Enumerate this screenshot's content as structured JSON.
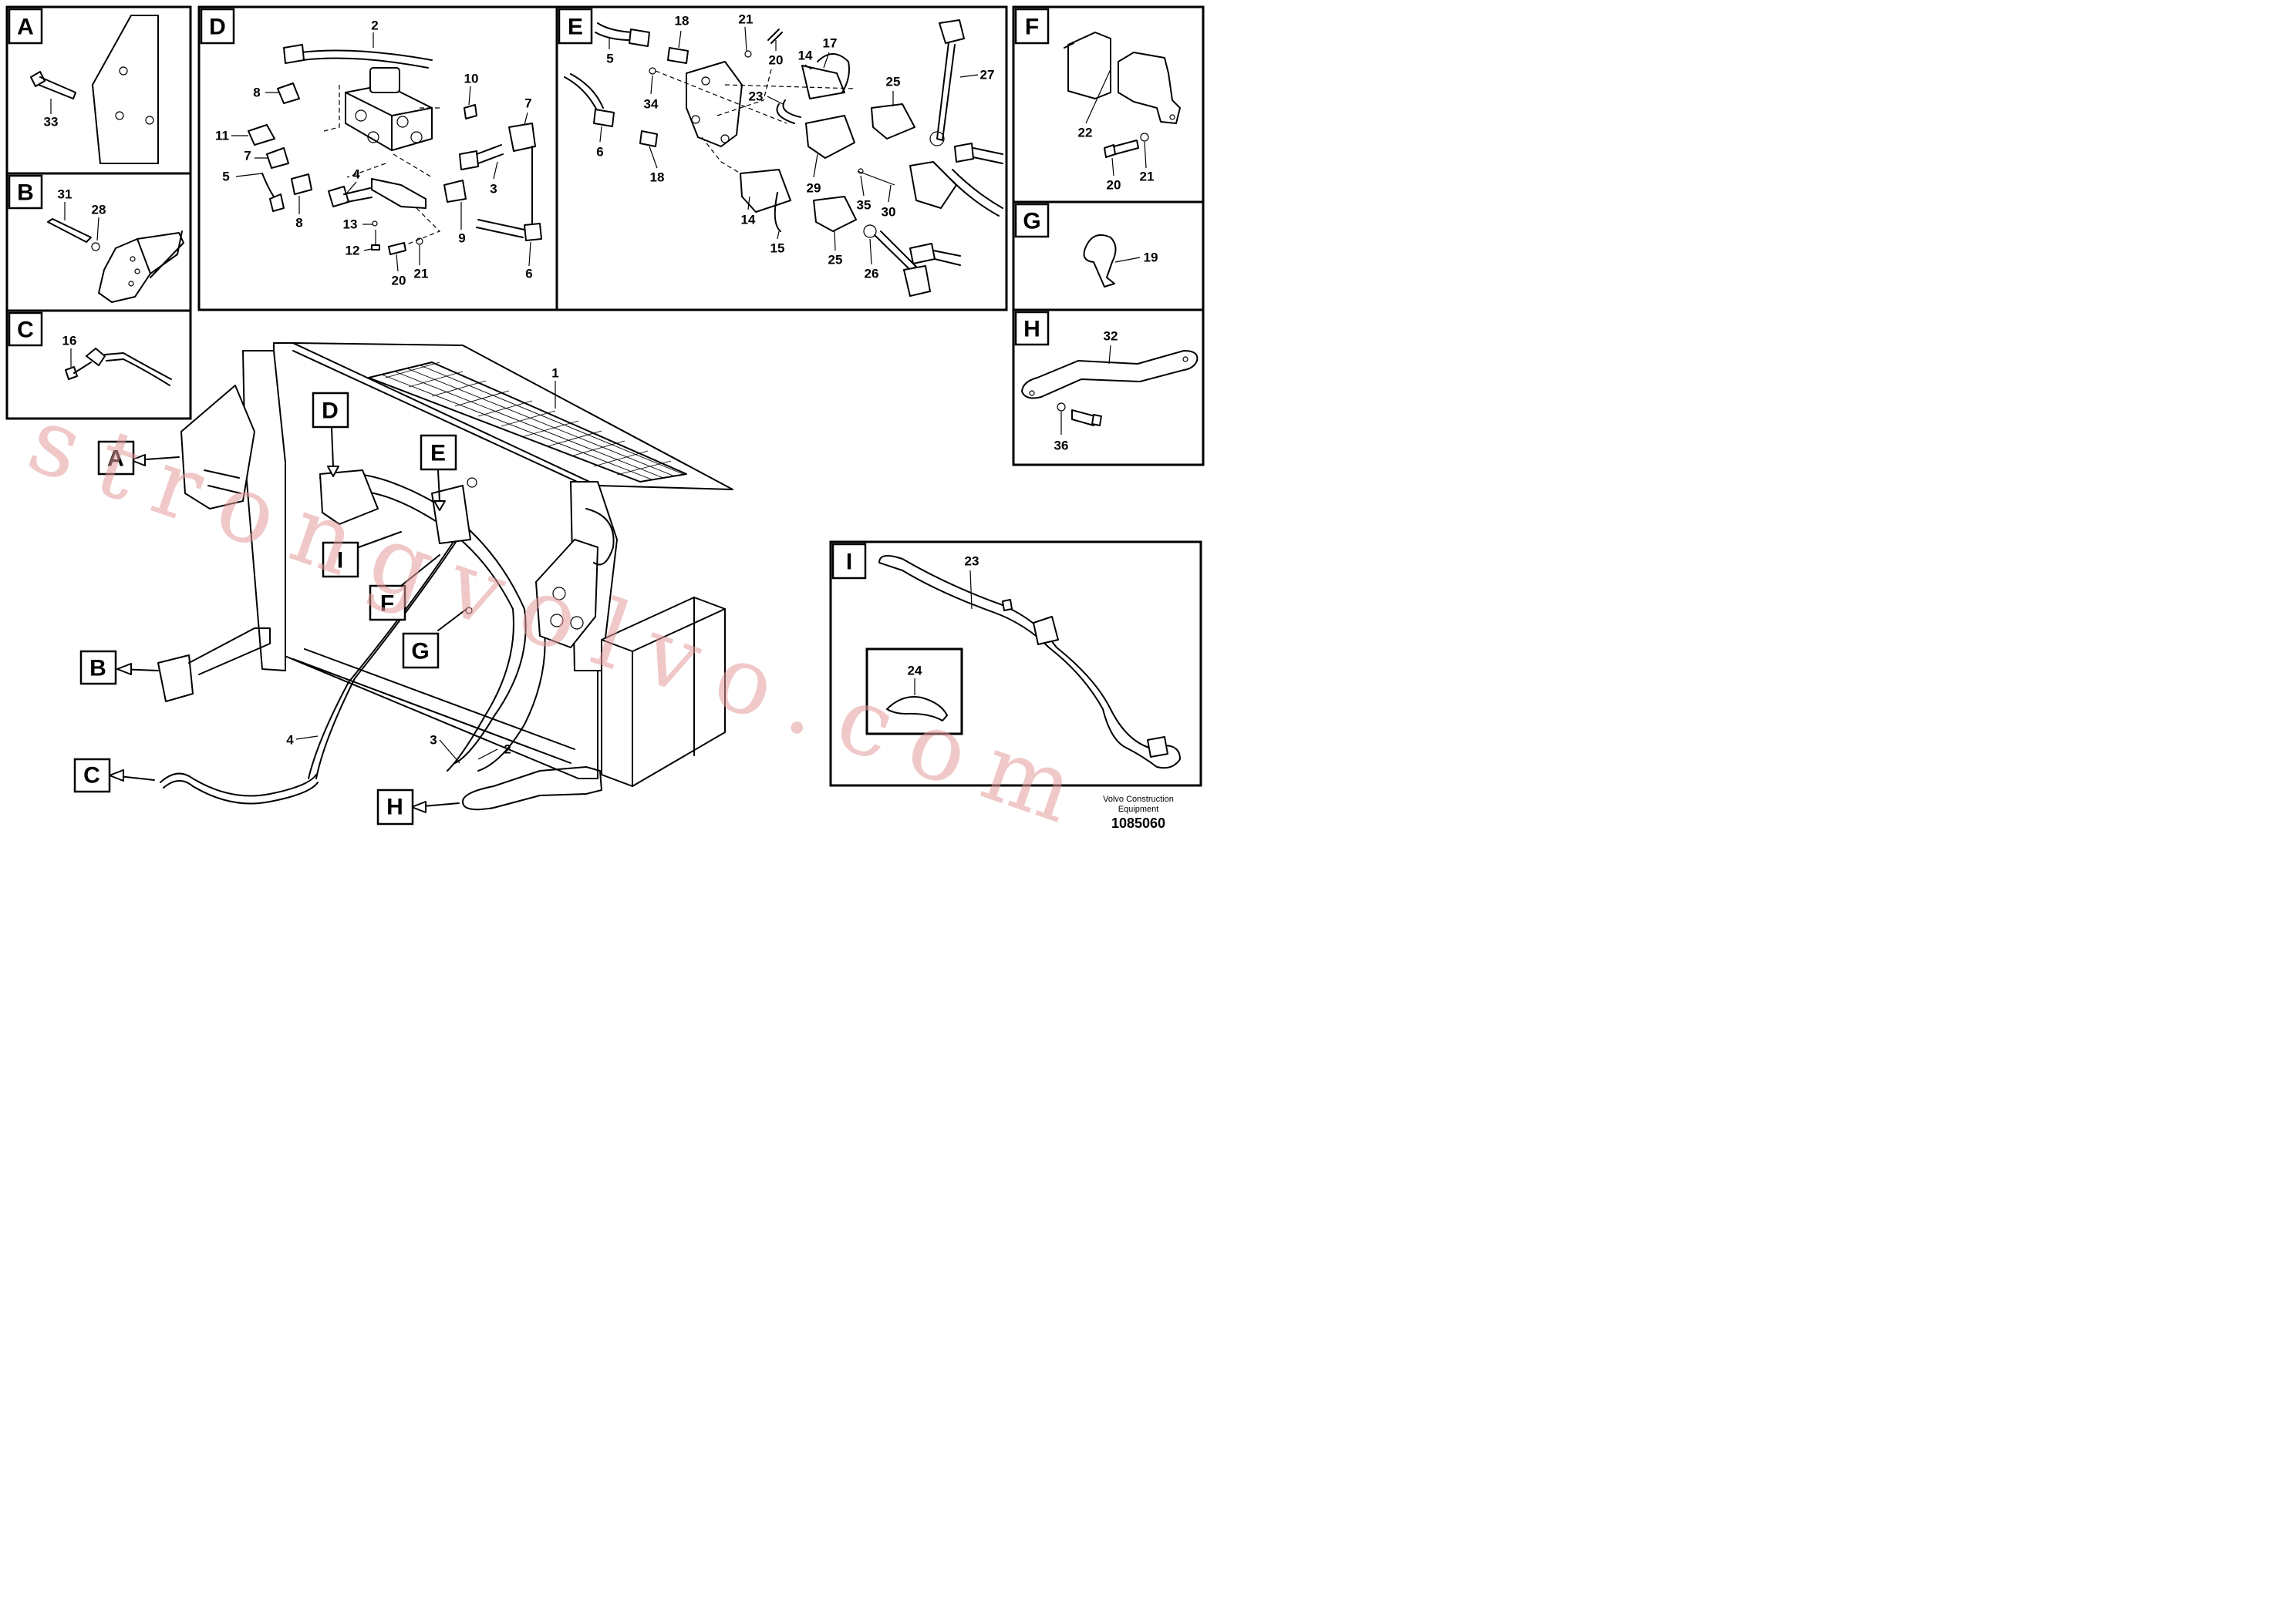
{
  "panels": {
    "A": {
      "tag": "A",
      "callouts": [
        "33"
      ]
    },
    "B": {
      "tag": "B",
      "callouts": [
        "31",
        "28"
      ]
    },
    "C": {
      "tag": "C",
      "callouts": [
        "16"
      ]
    },
    "D": {
      "tag": "D",
      "callouts": [
        "2",
        "8",
        "10",
        "7",
        "11",
        "7",
        "5",
        "4",
        "3",
        "8",
        "13",
        "12",
        "9",
        "6",
        "20",
        "21"
      ]
    },
    "E": {
      "tag": "E",
      "callouts": [
        "18",
        "21",
        "5",
        "20",
        "17",
        "14",
        "27",
        "34",
        "23",
        "25",
        "6",
        "18",
        "29",
        "14",
        "35",
        "30",
        "15",
        "25",
        "26"
      ]
    },
    "F": {
      "tag": "F",
      "callouts": [
        "22",
        "20",
        "21"
      ]
    },
    "G": {
      "tag": "G",
      "callouts": [
        "19"
      ]
    },
    "H": {
      "tag": "H",
      "callouts": [
        "32",
        "36"
      ]
    },
    "I": {
      "tag": "I",
      "callouts": [
        "23",
        "24"
      ]
    }
  },
  "main": {
    "callouts": [
      "1",
      "4",
      "3",
      "2"
    ],
    "pointer_tags": [
      "A",
      "B",
      "C",
      "D",
      "E",
      "F",
      "G",
      "H",
      "I"
    ]
  },
  "watermark": "strongvolvo.com",
  "footer": {
    "maker_line1": "Volvo Construction",
    "maker_line2": "Equipment",
    "doc_number": "1085060"
  },
  "colors": {
    "line": "#000000",
    "background": "#ffffff",
    "watermark": "#e39a9a"
  }
}
